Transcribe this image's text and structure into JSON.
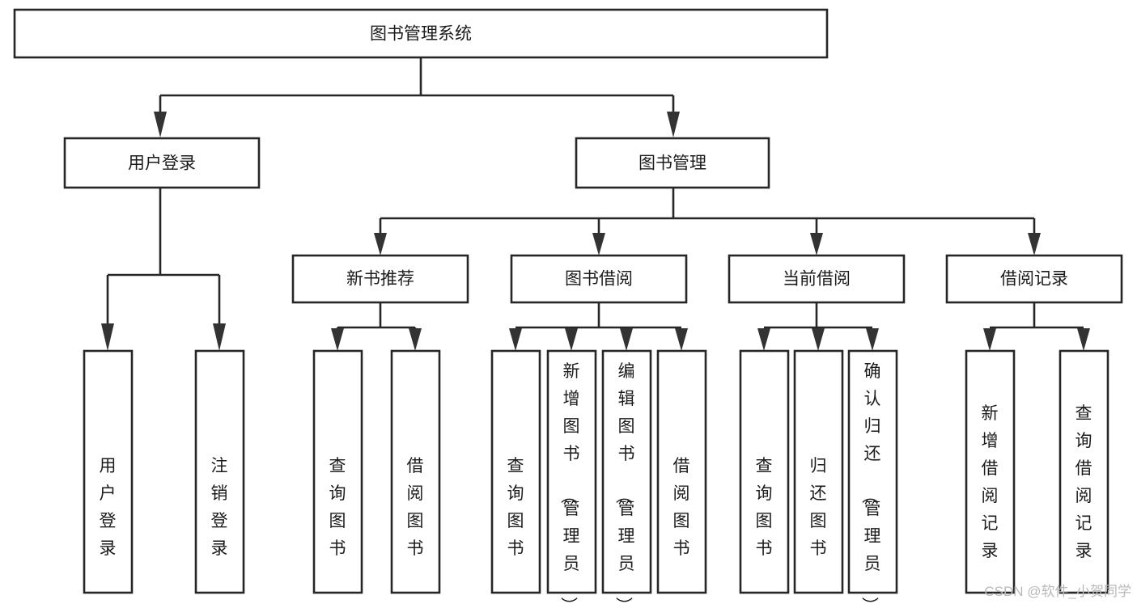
{
  "diagram": {
    "title": "图书管理系统",
    "orientation": "top-down-tree",
    "levels": 4,
    "root": {
      "id": "root",
      "label": "图书管理系统"
    },
    "level2": [
      {
        "id": "user-login",
        "label": "用户登录"
      },
      {
        "id": "book-manage",
        "label": "图书管理"
      }
    ],
    "level3": [
      {
        "id": "new-book-recommend",
        "label": "新书推荐",
        "parent": "book-manage"
      },
      {
        "id": "book-borrow",
        "label": "图书借阅",
        "parent": "book-manage"
      },
      {
        "id": "current-borrow",
        "label": "当前借阅",
        "parent": "book-manage"
      },
      {
        "id": "borrow-record",
        "label": "借阅记录",
        "parent": "book-manage"
      }
    ],
    "leaves": {
      "user-login": [
        {
          "id": "leaf-user-login",
          "label": "用户登录"
        },
        {
          "id": "leaf-logout",
          "label": "注销登录"
        }
      ],
      "new-book-recommend": [
        {
          "id": "leaf-query-book-1",
          "label": "查询图书"
        },
        {
          "id": "leaf-borrow-book-1",
          "label": "借阅图书"
        }
      ],
      "book-borrow": [
        {
          "id": "leaf-query-book-2",
          "label": "查询图书"
        },
        {
          "id": "leaf-add-book",
          "label": "新增图书（管理员）"
        },
        {
          "id": "leaf-edit-book",
          "label": "编辑图书（管理员）"
        },
        {
          "id": "leaf-borrow-book-2",
          "label": "借阅图书"
        }
      ],
      "current-borrow": [
        {
          "id": "leaf-query-book-3",
          "label": "查询图书"
        },
        {
          "id": "leaf-return-book",
          "label": "归还图书"
        },
        {
          "id": "leaf-confirm-return",
          "label": "确认归还（管理员）"
        }
      ],
      "borrow-record": [
        {
          "id": "leaf-add-record",
          "label": "新增借阅记录"
        },
        {
          "id": "leaf-query-record",
          "label": "查询借阅记录"
        }
      ]
    }
  },
  "watermark": {
    "text": "CSDN @软件_小贺同学"
  },
  "colors": {
    "box_stroke": "#262626",
    "box_fill": "#ffffff",
    "line": "#262626",
    "arrow": "#333333",
    "text": "#1b1b1b",
    "watermark": "#b9b9b9",
    "background": "#ffffff"
  }
}
